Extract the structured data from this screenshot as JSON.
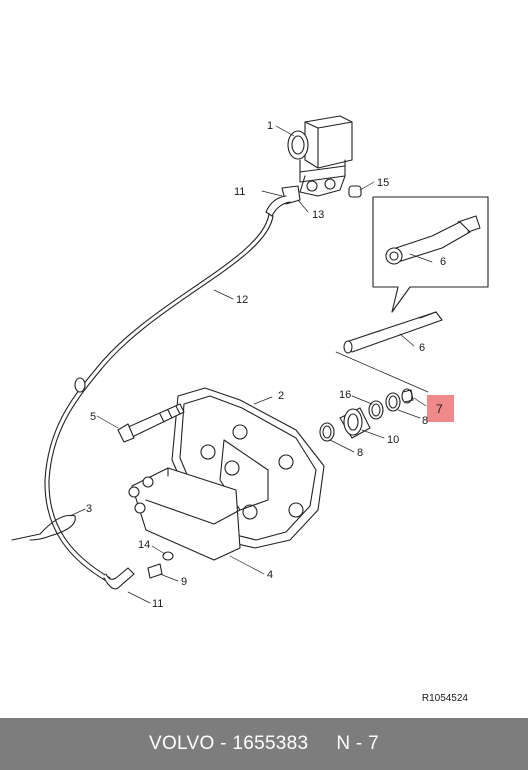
{
  "diagram": {
    "callouts": {
      "c1": "1",
      "c2": "2",
      "c3": "3",
      "c4": "4",
      "c5": "5",
      "c6a": "6",
      "c6b": "6",
      "c7": "7",
      "c8a": "8",
      "c8b": "8",
      "c9": "9",
      "c10": "10",
      "c11a": "11",
      "c11b": "11",
      "c12": "12",
      "c13": "13",
      "c14": "14",
      "c15": "15",
      "c16": "16"
    },
    "highlighted_part": "7",
    "highlight_color": "#f08a8a",
    "reference_code": "R1054524"
  },
  "footer": {
    "brand": "VOLVO",
    "sep1": " - ",
    "part_number": "1655383",
    "sep2": "     ",
    "position": "N - 7",
    "background": "#7d7d7d"
  }
}
